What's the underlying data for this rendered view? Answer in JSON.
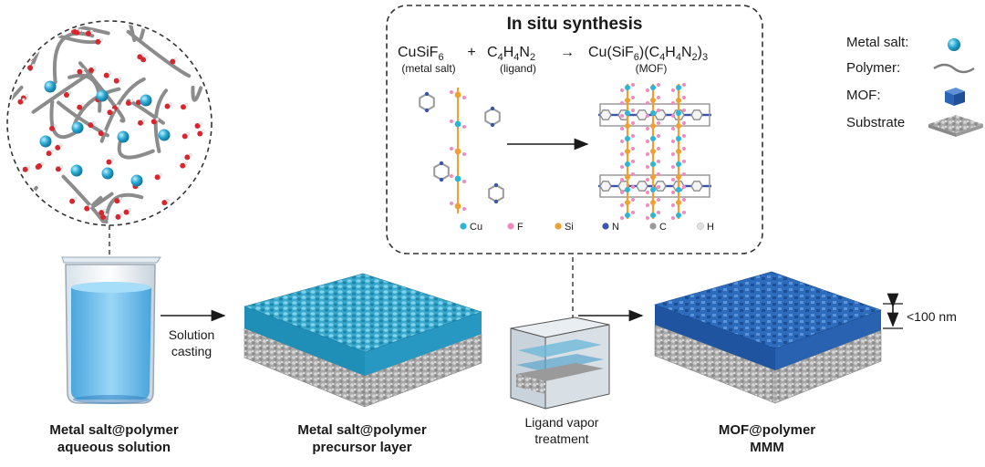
{
  "synthesis": {
    "title": "In situ synthesis",
    "reactant1": "CuSiF",
    "reactant1_sub": "6",
    "reactant1_role": "(metal salt)",
    "plus": "+",
    "reactant2_parts": [
      "C",
      "4",
      "H",
      "4",
      "N",
      "2"
    ],
    "reactant2_role": "(ligand)",
    "arrow": "→",
    "product_parts": [
      "Cu(SiF",
      "6",
      ")(C",
      "4",
      "H",
      "4",
      "N",
      "2",
      ")",
      "3"
    ],
    "product_role": "(MOF)",
    "elements": [
      {
        "symbol": "Cu",
        "color": "#29b6d8"
      },
      {
        "symbol": "F",
        "color": "#f08ac0"
      },
      {
        "symbol": "Si",
        "color": "#f0a030"
      },
      {
        "symbol": "N",
        "color": "#3a55b0"
      },
      {
        "symbol": "C",
        "color": "#9a9a9a"
      },
      {
        "symbol": "H",
        "color": "#e0e0e0"
      }
    ]
  },
  "legend": {
    "metal_salt": "Metal salt:",
    "polymer": "Polymer:",
    "mof": "MOF:",
    "substrate": "Substrate"
  },
  "steps": {
    "solution_casting_line1": "Solution",
    "solution_casting_line2": "casting",
    "ligand_vapor_line1": "Ligand vapor",
    "ligand_vapor_line2": "treatment",
    "thickness": "<100 nm"
  },
  "captions": {
    "aqueous_line1": "Metal salt@polymer",
    "aqueous_line2": "aqueous solution",
    "precursor_line1": "Metal salt@polymer",
    "precursor_line2": "precursor layer",
    "mmm_line1": "MOF@polymer",
    "mmm_line2": "MMM"
  },
  "colors": {
    "metal_salt": "#2aa9d4",
    "mof": "#2f6fc0",
    "solution": "#59b6e6",
    "substrate": "#a8a8a8"
  }
}
